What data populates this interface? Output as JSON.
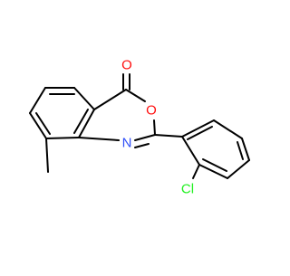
{
  "molecule": {
    "atoms": {
      "oxygen_carbonyl": {
        "label": "O",
        "color": "#ff0d0d"
      },
      "oxygen_ring": {
        "label": "O",
        "color": "#ff0d0d"
      },
      "nitrogen": {
        "label": "N",
        "color": "#3050f8"
      },
      "chlorine": {
        "label": "Cl",
        "color": "#1ff01f"
      }
    },
    "bond_color": "#000000"
  }
}
